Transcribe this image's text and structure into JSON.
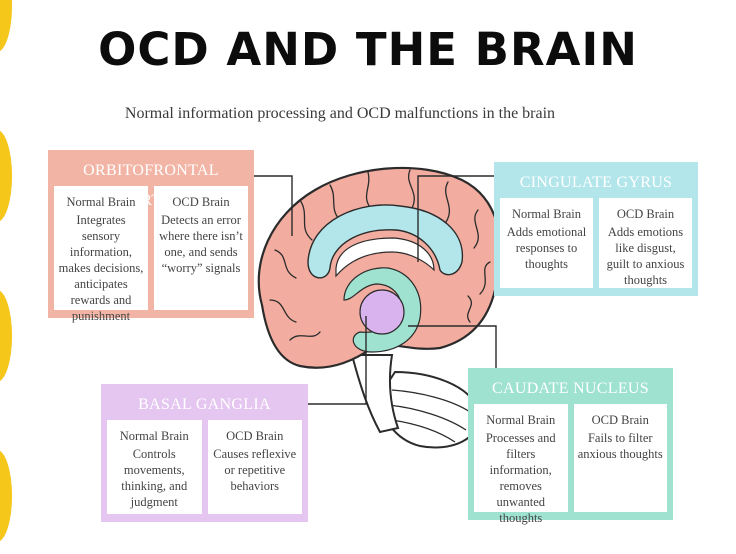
{
  "title": "OCD AND THE BRAIN",
  "subtitle": "Normal information processing and OCD malfunctions in the brain",
  "colors": {
    "orbitofrontal": "#f2b5a5",
    "cingulate": "#b3e6eb",
    "basal": "#e4c6f1",
    "caudate": "#9ee2cf",
    "brain": "#f2ada0",
    "edge_accent": "#f6c71b"
  },
  "panels": {
    "orbitofrontal": {
      "title": "ORBITOFRONTAL CORTEX",
      "normal_head": "Normal Brain",
      "normal_text": "Integrates sensory information, makes decisions, anticipates rewards and punishment",
      "ocd_head": "OCD Brain",
      "ocd_text": "Detects an error where there isn’t one, and sends “worry” signals"
    },
    "cingulate": {
      "title": "CINGULATE GYRUS",
      "normal_head": "Normal Brain",
      "normal_text": "Adds emotional responses to thoughts",
      "ocd_head": "OCD Brain",
      "ocd_text": "Adds emotions like disgust, guilt to anxious thoughts"
    },
    "basal": {
      "title": "BASAL GANGLIA",
      "normal_head": "Normal Brain",
      "normal_text": "Controls movements, thinking, and judgment",
      "ocd_head": "OCD Brain",
      "ocd_text": "Causes reflexive or repetitive behaviors"
    },
    "caudate": {
      "title": "CAUDATE NUCLEUS",
      "normal_head": "Normal Brain",
      "normal_text": "Processes and filters information, removes unwanted thoughts",
      "ocd_head": "OCD Brain",
      "ocd_text": "Fails to filter anxious thoughts"
    }
  }
}
